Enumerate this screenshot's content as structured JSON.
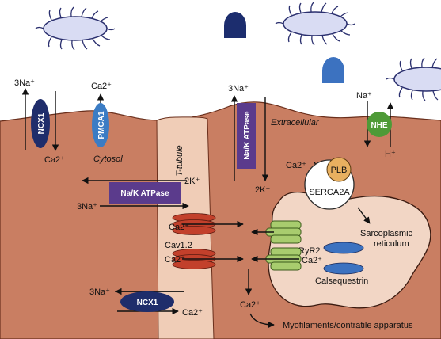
{
  "colors": {
    "cytosol": "#c97e62",
    "t_tubule": "#f0cdb7",
    "sr": "#f2d6c5",
    "purple_pump": "#5b3b8c",
    "navy_exchanger": "#1f2d6b",
    "blue_pmca": "#3b7cc4",
    "green_nhe": "#4e9a37",
    "red_channel": "#c2402b",
    "green_ryr": "#a8cc6e",
    "plb_orange": "#e8b060",
    "bacteria_lavender": "#d9dcf3",
    "dome_dark": "#1c2d6e",
    "dome_light": "#3c72c0"
  },
  "icons": [
    "bacterium-icon",
    "dome-icon"
  ],
  "labels": {
    "ncx1_top_na": "3Na⁺",
    "ncx1_top_ca": "Ca2⁺",
    "ncx1_top_name": "NCX1",
    "pmca_ca": "Ca2⁺",
    "pmca_name": "PMCA1",
    "nak_top_na": "3Na⁺",
    "nak_top_k": "2K⁺",
    "nak_name": "Na/K ATPase",
    "extracellular": "Extracellular",
    "nhe_na": "Na⁺",
    "nhe_h": "H⁺",
    "nhe_name": "NHE",
    "cytosol": "Cytosol",
    "t_tubule": "T-tubule",
    "nak2_k": "2K⁺",
    "nak2_na": "3Na⁺",
    "plb": "PLB",
    "serca_ca": "Ca2⁺",
    "serca": "SERCA2A",
    "sr": "Sarcoplasmic\nreticulum",
    "cav_ca_top": "Ca2⁺",
    "cav": "Cav1.2",
    "cav_ca_bottom": "Ca2⁺",
    "ryr": "RyR2",
    "ryr_ca": "Ca2⁺",
    "calsequestrin": "Calsequestrin",
    "ncx2_na": "3Na⁺",
    "ncx2_ca": "Ca2⁺",
    "ca_free": "Ca2⁺",
    "myofilaments": "Myofilaments/contratile apparatus"
  }
}
